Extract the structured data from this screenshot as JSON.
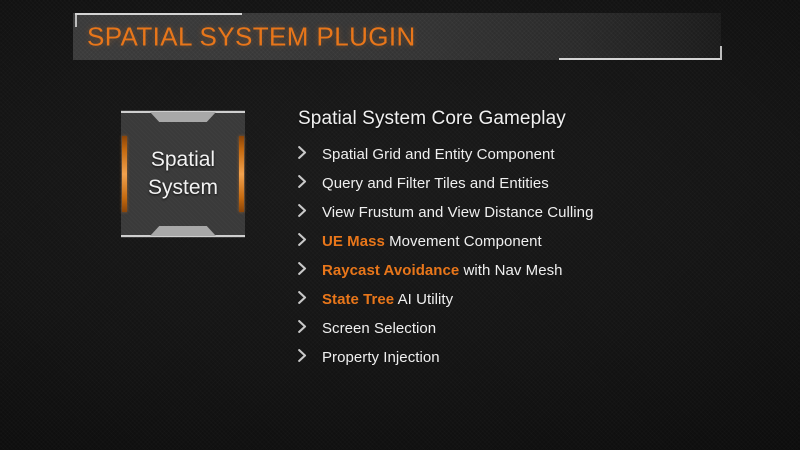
{
  "slide": {
    "title": "SPATIAL SYSTEM PLUGIN",
    "logo": {
      "label": "Spatial\nSystem",
      "accent_color": "#e8761a",
      "panel_color": "#3a3a3a"
    },
    "content": {
      "heading": "Spatial System Core Gameplay",
      "bullet_icon": "chevron-right-icon",
      "items": [
        {
          "highlight": "",
          "text": "Spatial Grid and Entity Component"
        },
        {
          "highlight": "",
          "text": "Query and Filter Tiles and Entities"
        },
        {
          "highlight": "",
          "text": "View Frustum and View Distance Culling"
        },
        {
          "highlight": "UE Mass",
          "text": " Movement Component"
        },
        {
          "highlight": "Raycast Avoidance",
          "text": " with Nav Mesh"
        },
        {
          "highlight": "State Tree",
          "text": " AI Utility"
        },
        {
          "highlight": "",
          "text": "Screen Selection"
        },
        {
          "highlight": "",
          "text": "Property Injection"
        }
      ]
    },
    "colors": {
      "background": "#131313",
      "accent_orange": "#e8761a",
      "title_bar": "#383838",
      "text_primary": "#efefef",
      "rule_light": "#d4d4d4"
    }
  }
}
